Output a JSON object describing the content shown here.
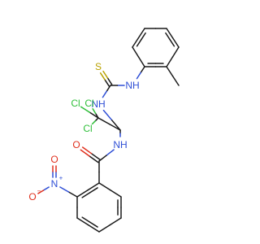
{
  "molecule": {
    "atoms": [
      {
        "id": "c1",
        "label": ""
      },
      {
        "id": "c2",
        "label": ""
      },
      {
        "id": "c3",
        "label": ""
      },
      {
        "id": "c4",
        "label": ""
      },
      {
        "id": "c5",
        "label": ""
      },
      {
        "id": "c6",
        "label": ""
      },
      {
        "id": "c7",
        "label": ""
      },
      {
        "id": "c8",
        "label": ""
      },
      {
        "id": "s1",
        "label": "S",
        "color": "#b8a100"
      },
      {
        "id": "n1",
        "label": "NH",
        "color": "#2f4fd6"
      },
      {
        "id": "n2",
        "label": "NH",
        "color": "#2f4fd6"
      },
      {
        "id": "c9",
        "label": ""
      },
      {
        "id": "c10",
        "label": ""
      },
      {
        "id": "cl1",
        "label": "Cl",
        "color": "#2fbf3a"
      },
      {
        "id": "cl2",
        "label": "Cl",
        "color": "#2fbf3a"
      },
      {
        "id": "cl3",
        "label": "Cl",
        "color": "#2fbf3a"
      },
      {
        "id": "n3",
        "label": "NH",
        "color": "#2f4fd6"
      },
      {
        "id": "c11",
        "label": ""
      },
      {
        "id": "o1",
        "label": "O",
        "color": "#e0301e"
      },
      {
        "id": "c12",
        "label": ""
      },
      {
        "id": "c13",
        "label": ""
      },
      {
        "id": "c14",
        "label": ""
      },
      {
        "id": "c15",
        "label": ""
      },
      {
        "id": "c16",
        "label": ""
      },
      {
        "id": "c17",
        "label": ""
      },
      {
        "id": "n4",
        "label": "N",
        "charge": "+",
        "color": "#2f4fd6"
      },
      {
        "id": "o2",
        "label": "O",
        "charge": "−",
        "color": "#e0301e"
      },
      {
        "id": "o3",
        "label": "O",
        "color": "#e0301e"
      }
    ],
    "bonds": [
      {
        "a": "c1",
        "b": "c2",
        "order": 2
      },
      {
        "a": "c2",
        "b": "c3",
        "order": 1
      },
      {
        "a": "c3",
        "b": "c4",
        "order": 2
      },
      {
        "a": "c4",
        "b": "c5",
        "order": 1
      },
      {
        "a": "c5",
        "b": "c6",
        "order": 2
      },
      {
        "a": "c6",
        "b": "c1",
        "order": 1
      },
      {
        "a": "c5",
        "b": "c7",
        "order": 1
      },
      {
        "a": "c6",
        "b": "n1",
        "order": 1
      },
      {
        "a": "n1",
        "b": "c8",
        "order": 1
      },
      {
        "a": "c8",
        "b": "s1",
        "order": 2
      },
      {
        "a": "c8",
        "b": "n2",
        "order": 1
      },
      {
        "a": "n2",
        "b": "c9",
        "order": 1
      },
      {
        "a": "c9",
        "b": "c10",
        "order": 1
      },
      {
        "a": "c10",
        "b": "cl1",
        "order": 1
      },
      {
        "a": "c10",
        "b": "cl2",
        "order": 1
      },
      {
        "a": "c10",
        "b": "cl3",
        "order": 1
      },
      {
        "a": "c9",
        "b": "n3",
        "order": 1
      },
      {
        "a": "n3",
        "b": "c11",
        "order": 1
      },
      {
        "a": "c11",
        "b": "o1",
        "order": 2
      },
      {
        "a": "c11",
        "b": "c12",
        "order": 1
      },
      {
        "a": "c12",
        "b": "c13",
        "order": 2
      },
      {
        "a": "c13",
        "b": "c14",
        "order": 1
      },
      {
        "a": "c14",
        "b": "c15",
        "order": 2
      },
      {
        "a": "c15",
        "b": "c16",
        "order": 1
      },
      {
        "a": "c16",
        "b": "c17",
        "order": 2
      },
      {
        "a": "c17",
        "b": "c12",
        "order": 1
      },
      {
        "a": "c13",
        "b": "n4",
        "order": 1
      },
      {
        "a": "n4",
        "b": "o2",
        "order": 1
      },
      {
        "a": "n4",
        "b": "o3",
        "order": 2
      }
    ],
    "bond_color": "#1a1a1a"
  }
}
